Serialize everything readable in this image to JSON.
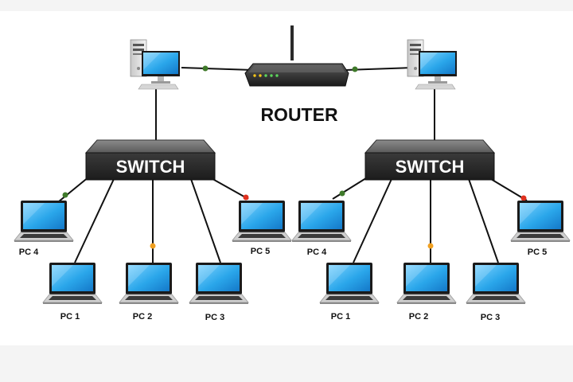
{
  "router": {
    "label": "ROUTER"
  },
  "networks": [
    {
      "switch": {
        "label": "SWITCH"
      },
      "pcs": [
        "PC 1",
        "PC 2",
        "PC 3",
        "PC 4",
        "PC 5"
      ]
    },
    {
      "switch": {
        "label": "SWITCH"
      },
      "pcs": [
        "PC 1",
        "PC 2",
        "PC 3",
        "PC 4",
        "PC 5"
      ]
    }
  ],
  "colors": {
    "cable": "#111111",
    "link_light_green": "#3f7a2a",
    "link_light_orange": "#f0a020",
    "link_light_red": "#e0301e",
    "screen_blue": "#2aa6ea",
    "switch_body": "#4a4a4a"
  }
}
